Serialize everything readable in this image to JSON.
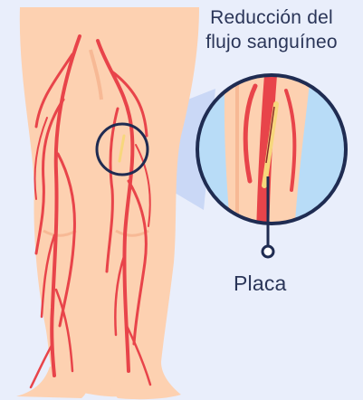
{
  "title": {
    "line1": "Reducción del",
    "line2": "flujo sanguíneo"
  },
  "callout": {
    "label": "Placa"
  },
  "colors": {
    "background": "#e9eefb",
    "skin": "#fdd1b1",
    "skin_shadow": "#f7b995",
    "artery": "#e8444a",
    "plaque": "#f7d77c",
    "lens_ring": "#1f2c52",
    "lens_fill": "#b8dcf7",
    "label_text": "#2a3558"
  }
}
